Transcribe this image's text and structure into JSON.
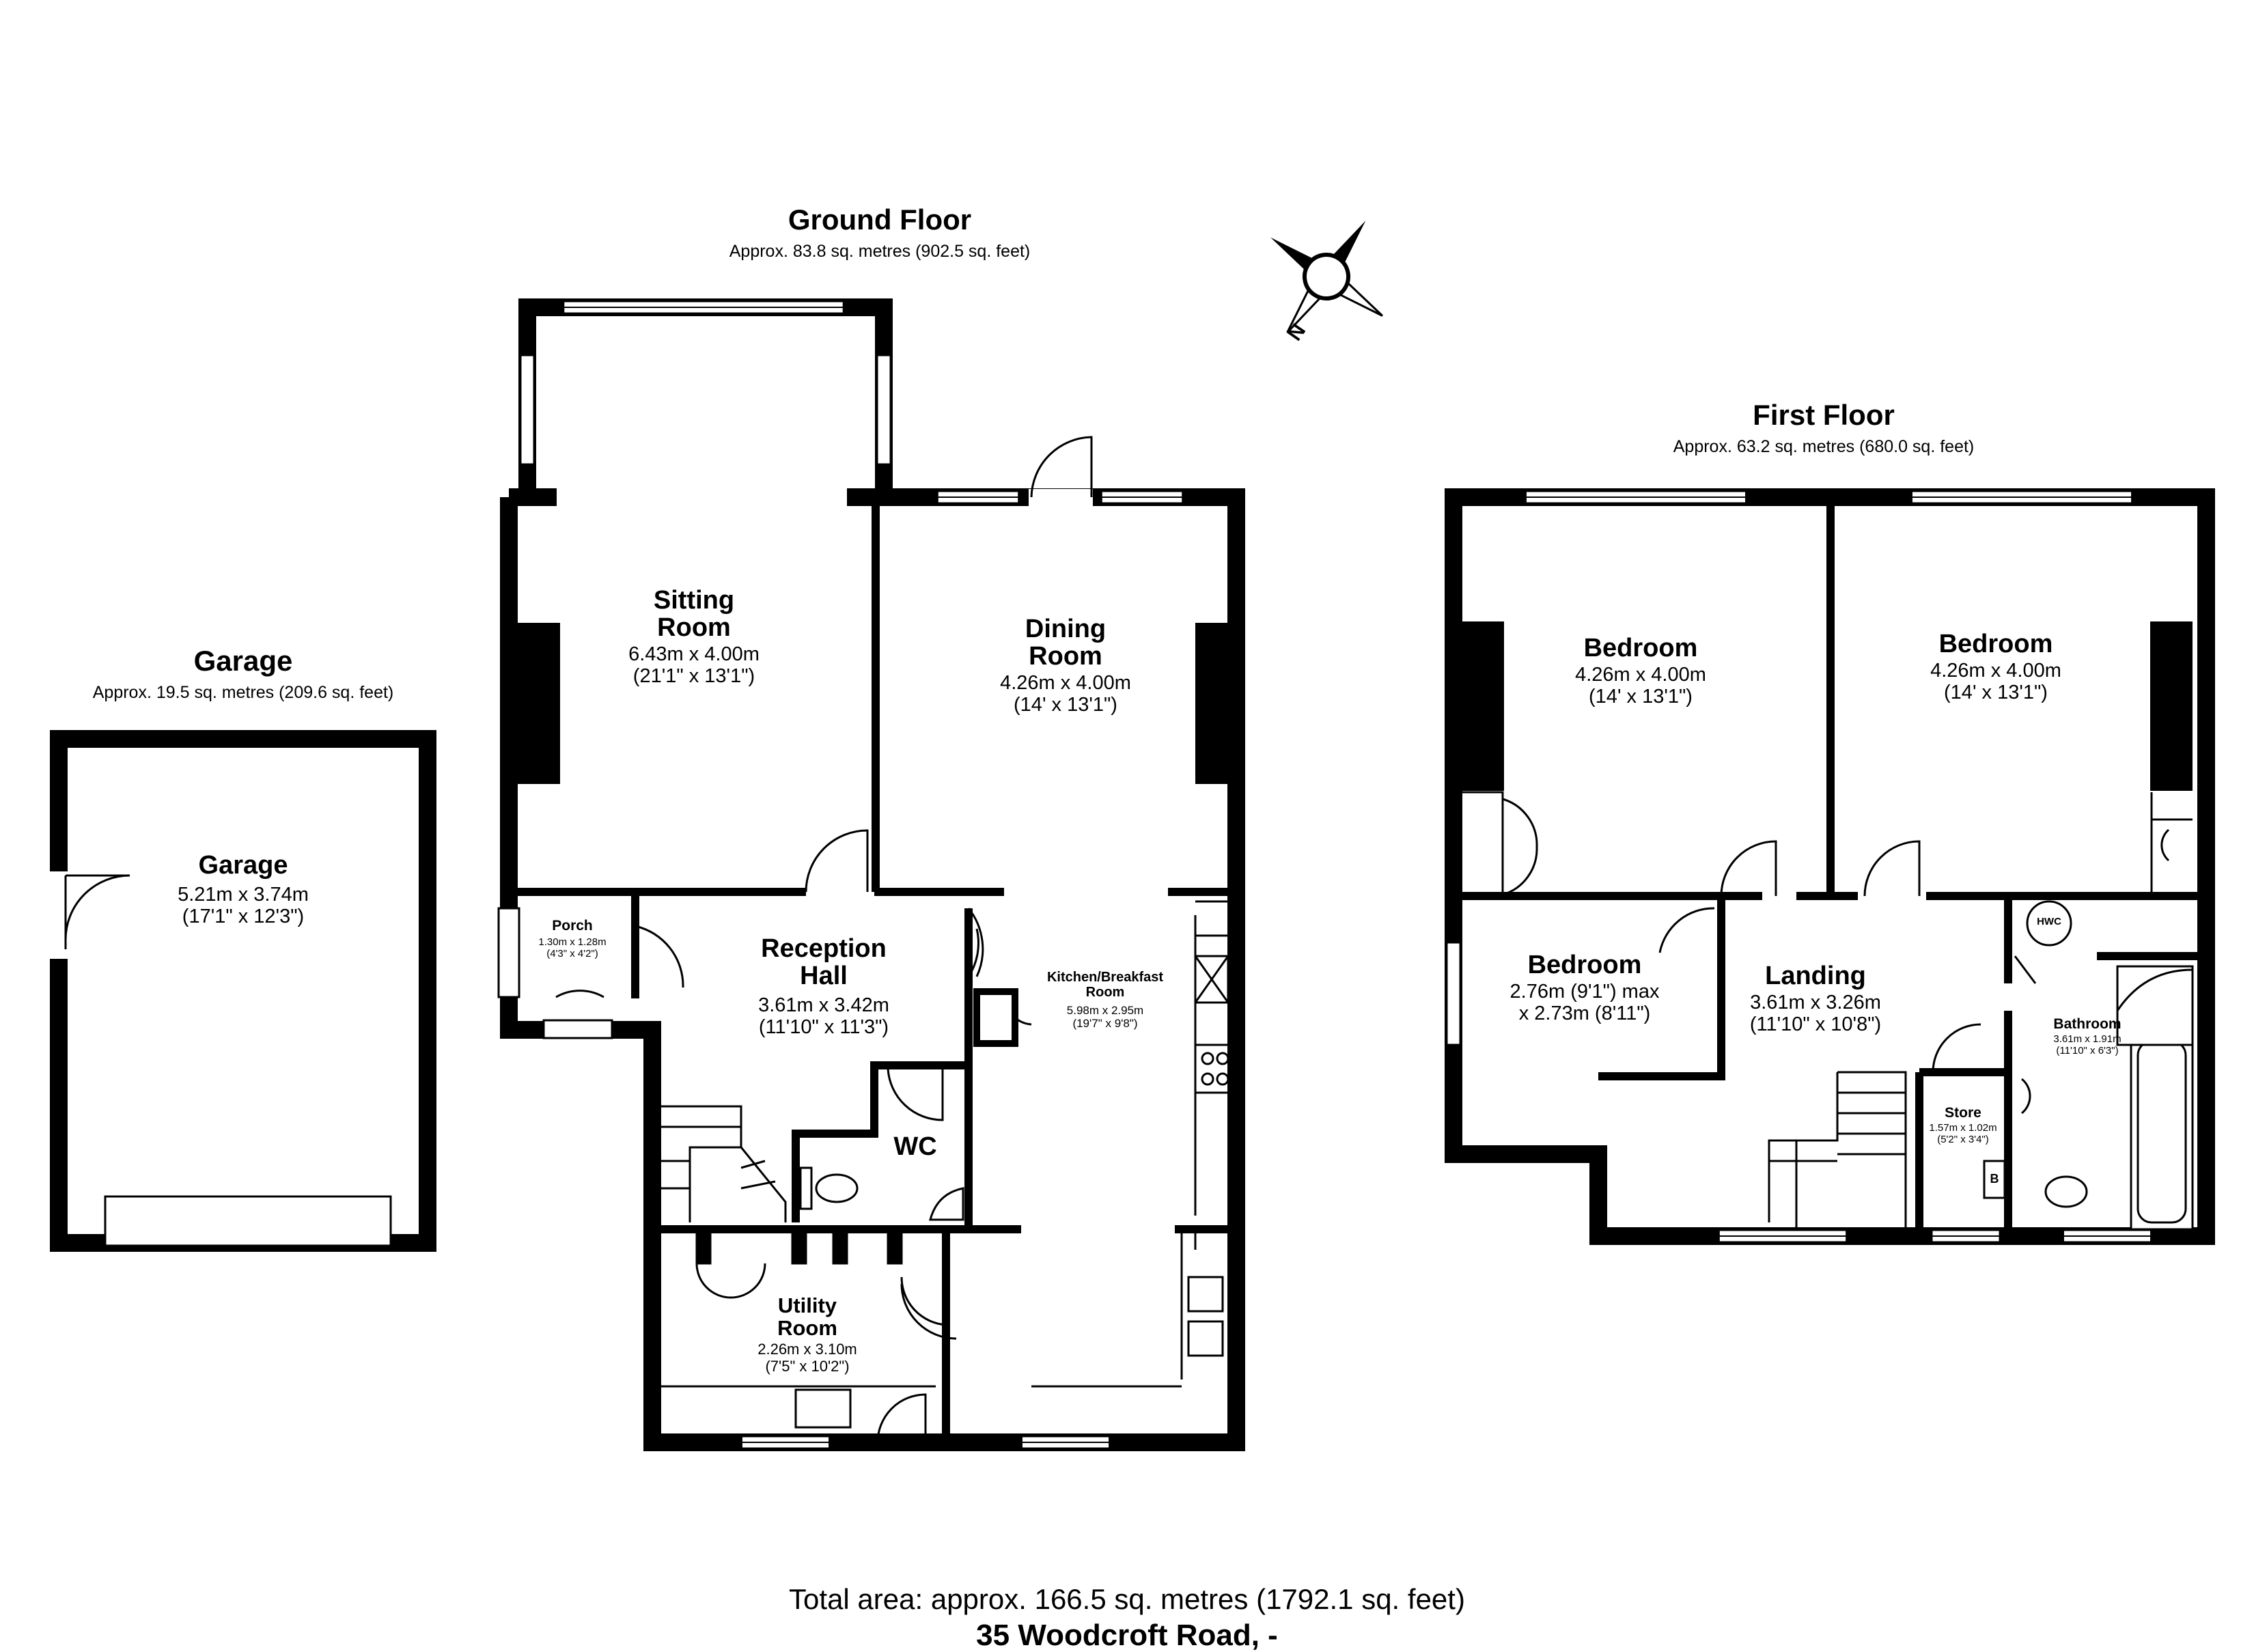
{
  "ground_floor": {
    "title": "Ground Floor",
    "area": "Approx. 83.8 sq. metres (902.5 sq. feet)",
    "rooms": {
      "sitting": {
        "name": "Sitting\nRoom",
        "dims": "6.43m x 4.00m\n(21'1\" x 13'1\")"
      },
      "dining": {
        "name": "Dining\nRoom",
        "dims": "4.26m x 4.00m\n(14' x 13'1\")"
      },
      "porch": {
        "name": "Porch",
        "dims": "1.30m x 1.28m\n(4'3\" x 4'2\")"
      },
      "reception": {
        "name": "Reception\nHall",
        "dims": "3.61m x 3.42m\n(11'10\" x 11'3\")"
      },
      "kitchen": {
        "name": "Kitchen/Breakfast\nRoom",
        "dims": "5.98m x 2.95m\n(19'7\" x 9'8\")"
      },
      "wc": {
        "name": "WC"
      },
      "utility": {
        "name": "Utility\nRoom",
        "dims": "2.26m x 3.10m\n(7'5\" x 10'2\")"
      }
    }
  },
  "garage": {
    "title": "Garage",
    "area": "Approx. 19.5 sq. metres (209.6 sq. feet)",
    "room": {
      "name": "Garage",
      "dims": "5.21m x 3.74m\n(17'1\" x 12'3\")"
    }
  },
  "first_floor": {
    "title": "First Floor",
    "area": "Approx. 63.2 sq. metres (680.0 sq. feet)",
    "rooms": {
      "bedroom1": {
        "name": "Bedroom",
        "dims": "4.26m x 4.00m\n(14' x 13'1\")"
      },
      "bedroom2": {
        "name": "Bedroom",
        "dims": "4.26m x 4.00m\n(14' x 13'1\")"
      },
      "bedroom3": {
        "name": "Bedroom",
        "dims": "2.76m (9'1\") max\nx 2.73m (8'11\")"
      },
      "landing": {
        "name": "Landing",
        "dims": "3.61m x 3.26m\n(11'10\" x 10'8\")"
      },
      "bathroom": {
        "name": "Bathroom",
        "dims": "3.61m x 1.91m\n(11'10\" x 6'3\")"
      },
      "store": {
        "name": "Store",
        "dims": "1.57m x 1.02m\n(5'2\" x 3'4\")"
      },
      "hwc": {
        "label": "HWC"
      },
      "boiler": {
        "label": "B"
      }
    }
  },
  "compass": {
    "label": "N",
    "icon": "compass-rose-icon"
  },
  "footer": {
    "total": "Total area: approx. 166.5 sq. metres (1792.1 sq. feet)",
    "address": "35 Woodcroft Road, -"
  }
}
